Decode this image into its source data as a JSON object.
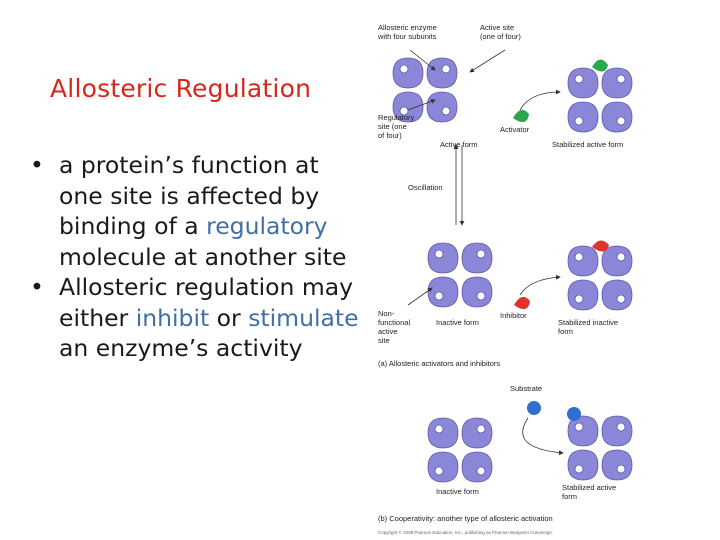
{
  "slide": {
    "title": "Allosteric Regulation",
    "bullet_marker": "•",
    "bullet1": {
      "part1": "a protein’s function at one site is affected by binding of a ",
      "highlight": "regulatory",
      "part2": " molecule at another site"
    },
    "bullet2": {
      "part1": "Allosteric regulation may either ",
      "highlight1": "inhibit",
      "mid": " or ",
      "highlight2": "stimulate",
      "part2": " an enzyme’s activity"
    }
  },
  "figure": {
    "labels": {
      "allosteric_enzyme_1": "Allosteric enzyme",
      "allosteric_enzyme_2": "with four subunits",
      "active_site_1": "Active site",
      "active_site_2": "(one of four)",
      "regulatory_site_1": "Regulatory",
      "regulatory_site_2": "site (one",
      "regulatory_site_3": "of four)",
      "activator": "Activator",
      "active_form": "Active form",
      "stabilized_active_form": "Stabilized active form",
      "oscillation": "Oscillation",
      "non_functional_1": "Non-",
      "non_functional_2": "functional",
      "non_functional_3": "active",
      "non_functional_4": "site",
      "inactive_form": "Inactive form",
      "inhibitor": "Inhibitor",
      "stabilized_inactive_form_1": "Stabilized inactive",
      "stabilized_inactive_form_2": "form",
      "caption_a": "(a) Allosteric activators and inhibitors",
      "substrate": "Substrate",
      "inactive_form_b": "Inactive form",
      "stabilized_active_form_b_1": "Stabilized active",
      "stabilized_active_form_b_2": "form",
      "caption_b": "(b) Cooperativity: another type of allosteric activation",
      "copyright": "Copyright © 2008 Pearson Education, Inc., publishing as Pearson Benjamin Cummings."
    },
    "colors": {
      "enzyme": "#8a86d8",
      "enzyme_shade": "#5f5aa8",
      "activator": "#2aa84a",
      "inhibitor": "#e0332b",
      "substrate": "#2f6fd0"
    }
  }
}
